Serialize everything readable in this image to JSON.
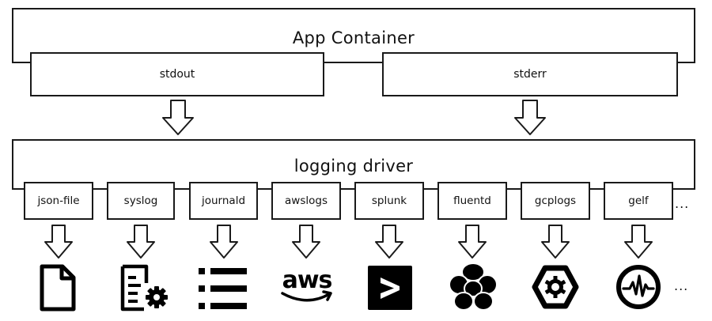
{
  "container": {
    "title": "App Container"
  },
  "streams": {
    "stdout": "stdout",
    "stderr": "stderr"
  },
  "driver": {
    "title": "logging driver"
  },
  "drivers": [
    "json-file",
    "syslog",
    "journald",
    "awslogs",
    "splunk",
    "fluentd",
    "gcplogs",
    "gelf"
  ],
  "more": "...",
  "icons": [
    "file-icon",
    "syslog-gear-icon",
    "list-icon",
    "aws-logo-icon",
    "splunk-logo-icon",
    "fluentd-logo-icon",
    "gcp-hexagon-icon",
    "gelf-pulse-icon"
  ]
}
